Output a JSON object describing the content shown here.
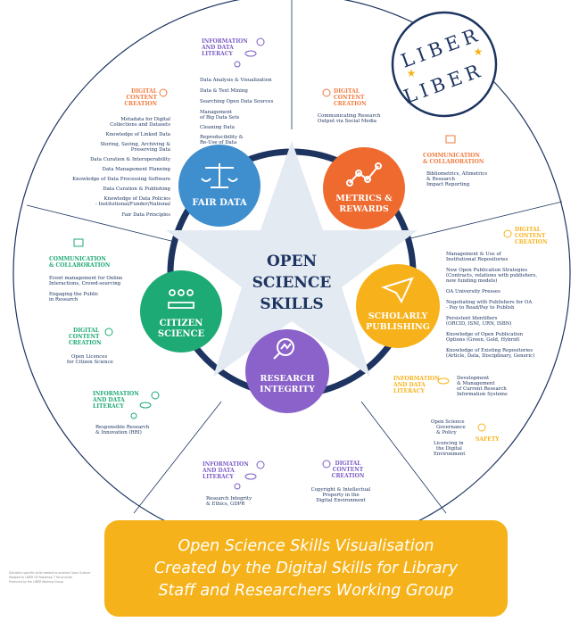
{
  "center": {
    "lines": [
      "OPEN",
      "SCIENCE",
      "SKILLS"
    ]
  },
  "logo": {
    "top": "LIBER",
    "bottom": "LIBER"
  },
  "hubs": [
    {
      "key": "fair",
      "lines": [
        "FAIR DATA"
      ],
      "color": "#3f8fcf",
      "icon": "balance-scale-icon"
    },
    {
      "key": "metrics",
      "lines": [
        "METRICS &",
        "REWARDS"
      ],
      "color": "#ef6a2e",
      "icon": "line-chart-icon"
    },
    {
      "key": "publishing",
      "lines": [
        "SCHOLARLY",
        "PUBLISHING"
      ],
      "color": "#f7b21b",
      "icon": "paper-plane-icon"
    },
    {
      "key": "integrity",
      "lines": [
        "RESEARCH",
        "INTEGRITY"
      ],
      "color": "#8b62c9",
      "icon": "magnifier-icon"
    },
    {
      "key": "citizen",
      "lines": [
        "CITIZEN",
        "SCIENCE"
      ],
      "color": "#1eaa74",
      "icon": "people-icon"
    }
  ],
  "badges": {
    "info_literacy": [
      "INFORMATION",
      "AND DATA",
      "LITERACY"
    ],
    "content_creation": [
      "DIGITAL",
      "CONTENT",
      "CREATION"
    ],
    "communication": [
      "COMMUNICATION",
      "& COLLABORATION"
    ],
    "safety": "SAFETY"
  },
  "fair_info_items": [
    "Data Analysis & Visualization",
    "Data & Text Mining",
    "Searching Open Data Sources",
    "Management",
    "of Big Data Sets",
    "Cleaning Data",
    "Reproducibility &",
    "Re-Use of Data"
  ],
  "fair_content_items": [
    "Metadata for Digital",
    "Collections and Datasets",
    "Knowledge of Linked Data",
    "Storing, Saving, Archiving &",
    "Preserving Data",
    "Data Curation & Interoperability",
    "Data Management Planning",
    "Knowledge of Data Processing Software",
    "Data Curation & Publishing",
    "Knowledge of Data Policies",
    "- Institutional/Funder/National",
    "Fair Data Principles"
  ],
  "metrics_content_items": [
    "Communicating Research",
    "Output via Social Media"
  ],
  "metrics_comm_items": [
    "Bibliometrics, Altmetrics",
    "& Research",
    "Impact Reporting"
  ],
  "publishing_items": [
    "Management & Use of",
    "Institutional Repositories",
    "New Open Publication Strategies",
    "(Contracts, relations with publishers,",
    "new funding models)",
    "OA University Presses",
    "Negotiating with Publishers for OA",
    "- Pay to Read/Pay to Publish",
    "Persistent Identifiers",
    "(ORCID, ISNI, URN, ISBN)",
    "Knowledge of Open Publication",
    "Options (Green, Gold, Hybrid)",
    "Knowledge of Existing Repositories",
    "(Article, Data, Disciplinary, Generic)"
  ],
  "publishing_info_items": [
    "Development",
    "& Management",
    "of Current Research",
    "Information Systems"
  ],
  "publishing_safety_items": [
    "Open Science",
    "Governance",
    "& Policy",
    "Licencing in",
    "the Digital",
    "Environment"
  ],
  "integrity_info_items": [
    "Research Integrity",
    "& Ethics, GDPR"
  ],
  "integrity_content_items": [
    "Copyright & Intellectual",
    "Property in the",
    "Digital Environment"
  ],
  "citizen_comm_items": [
    "Event management for Online",
    "Interactions, Crowd-sourcing",
    "Engaging the Public",
    "in Research"
  ],
  "citizen_content_items": [
    "Open Licences",
    "for Citizen Science"
  ],
  "citizen_info_items": [
    "Responsible Research",
    "& Innovation (RRI)"
  ],
  "footnotes": [
    "Discipline specific skills needed to practice Open Science",
    "Mapped to LIBER OS Roadmap 7 focus areas",
    "Produced by the LIBER Working Group"
  ],
  "caption": {
    "lines": [
      "Open Science Skills Visualisation",
      "Created by the Digital Skills for Library",
      "Staff and Researchers Working Group"
    ]
  },
  "colors": {
    "ring": "#1d3461",
    "star": "#e4eaf2",
    "orange": "#ef7a3c",
    "green": "#1eaa74",
    "purple": "#7c5cc4",
    "yellow": "#f7b21b",
    "caption_bg": "#f6b21a"
  }
}
